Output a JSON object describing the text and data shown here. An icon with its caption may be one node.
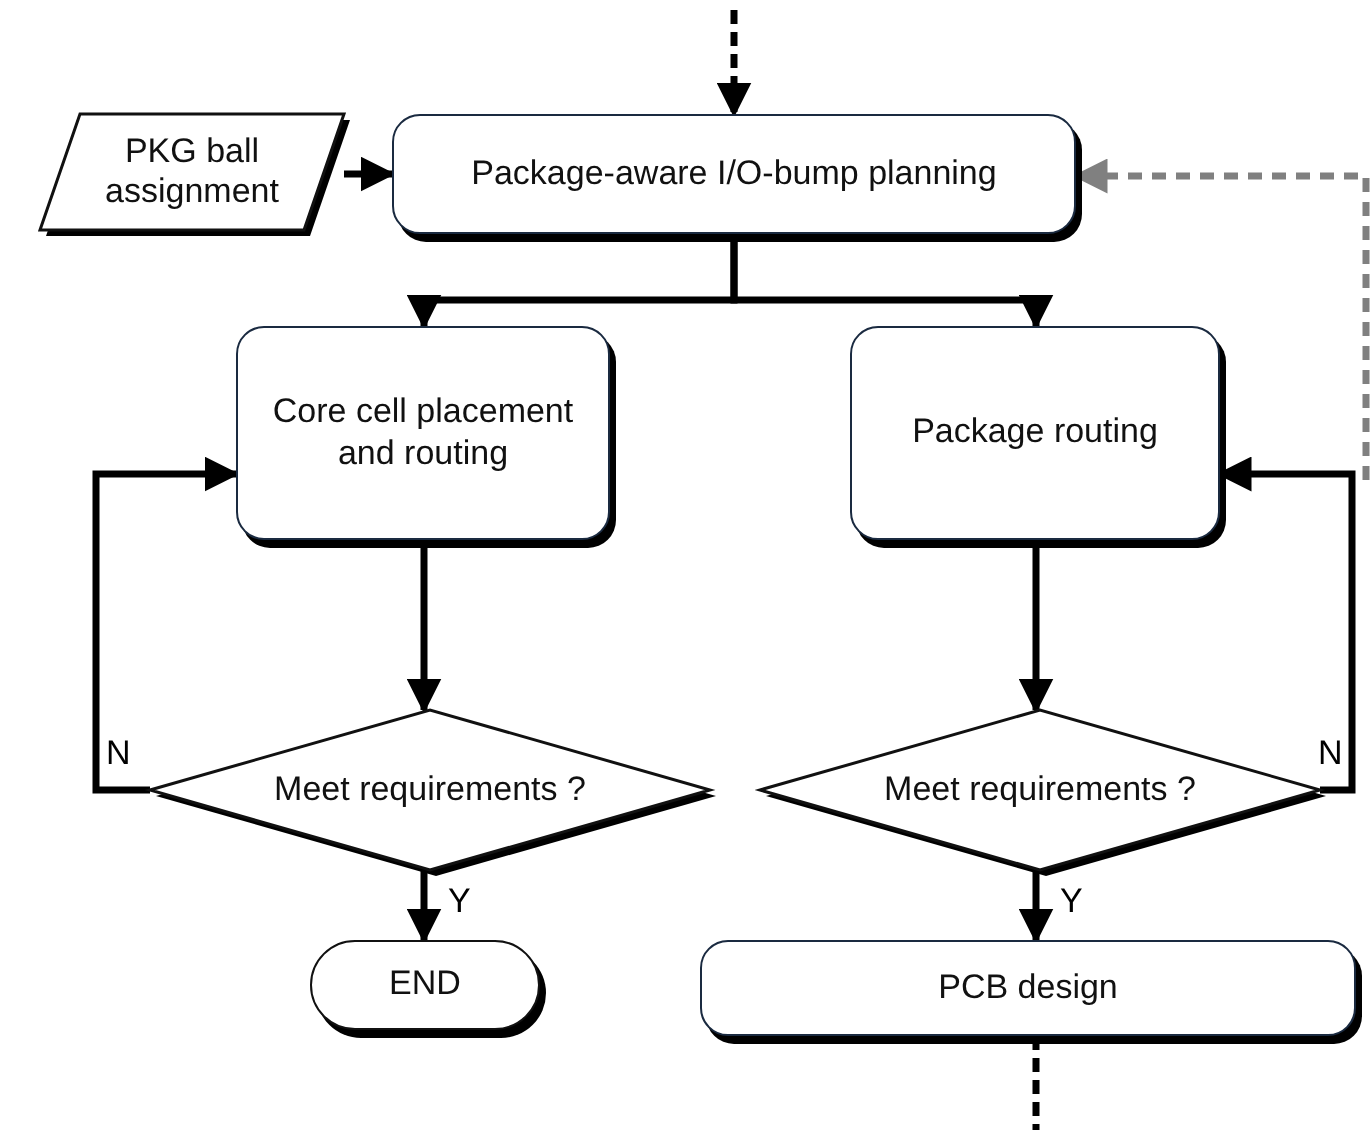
{
  "diagram": {
    "nodes": [
      {
        "text": [
          "PKG ball assignment"
        ]
      },
      {
        "text": [
          "Package-aware I/O-bump planning"
        ]
      },
      {
        "text": [
          "Core cell placement and routing"
        ]
      },
      {
        "text": [
          "Package routing"
        ]
      },
      {
        "text": [
          "Meet requirements ?"
        ]
      },
      {
        "text": [
          "Meet requirements ?"
        ]
      },
      {
        "text": [
          "END"
        ]
      },
      {
        "text": [
          "PCB design"
        ]
      }
    ],
    "edges": [
      {
        "from": null,
        "to": 1,
        "arrow": "to",
        "style": "dashed"
      },
      {
        "from": 0,
        "to": 1,
        "arrow": "to"
      },
      {
        "from": 1,
        "to": 2,
        "arrow": "to"
      },
      {
        "from": 1,
        "to": 3,
        "arrow": "to"
      },
      {
        "from": 2,
        "to": 4,
        "arrow": "to"
      },
      {
        "from": 3,
        "to": 5,
        "arrow": "to"
      },
      {
        "from": 4,
        "to": 2,
        "arrow": "to",
        "label": "N"
      },
      {
        "from": 5,
        "to": 3,
        "arrow": "to",
        "label": "N"
      },
      {
        "from": 4,
        "to": 6,
        "arrow": "to",
        "label": "Y"
      },
      {
        "from": 5,
        "to": 7,
        "arrow": "to",
        "label": "Y"
      },
      {
        "from": 7,
        "to": null,
        "arrow": "none",
        "style": "dashed"
      },
      {
        "from": null,
        "to": 1,
        "arrow": "to",
        "style": "dashed",
        "color": "#808080"
      }
    ]
  }
}
